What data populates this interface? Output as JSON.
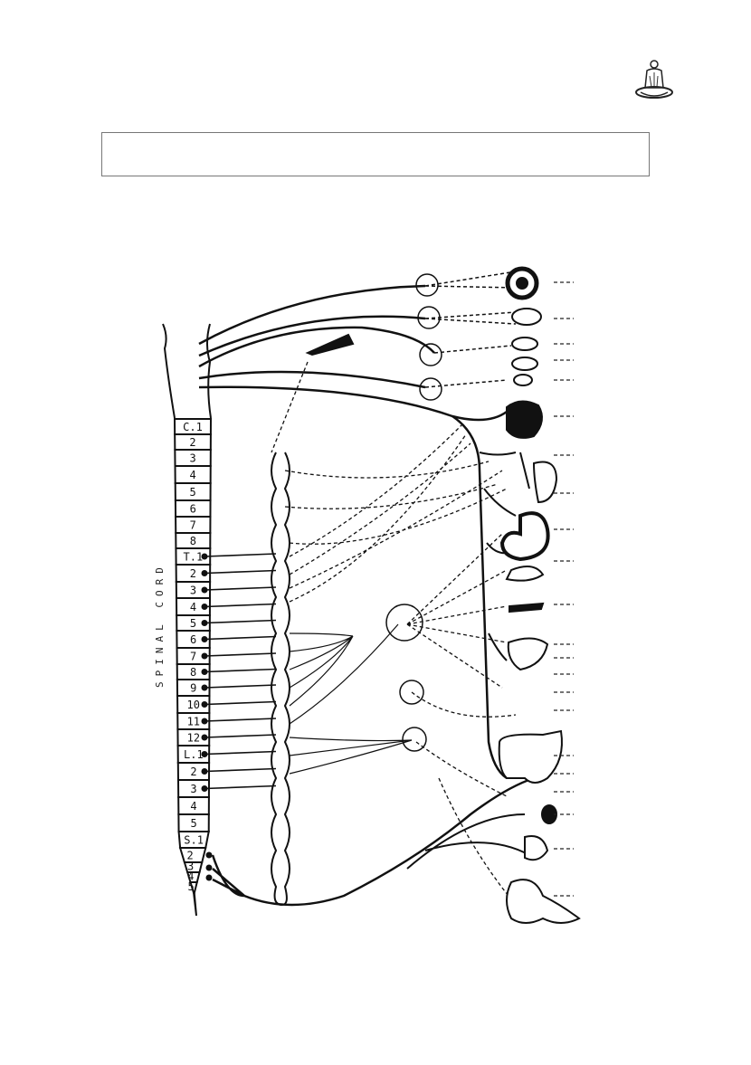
{
  "header": {
    "logo_icon": "meditating-figure-icon"
  },
  "caption_box": {
    "text": ""
  },
  "diagram": {
    "cord_title": "SPINAL CORD",
    "segments": [
      "C.1",
      "2",
      "3",
      "4",
      "5",
      "6",
      "7",
      "8",
      "T.1",
      "2",
      "3",
      "4",
      "5",
      "6",
      "7",
      "8",
      "9",
      "10",
      "11",
      "12",
      "L.1",
      "2",
      "3",
      "4",
      "5",
      "S.1",
      "2",
      "3",
      "4",
      "5"
    ]
  }
}
